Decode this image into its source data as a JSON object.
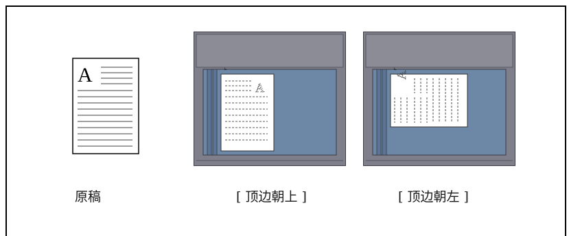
{
  "captions": {
    "original": "原稿",
    "top_edge": "[ 顶边朝上 ]",
    "left_edge": "[ 顶边朝左 ]"
  },
  "original_document": {
    "letter": "A"
  },
  "colors": {
    "scanner_frame": "#7e7f8a",
    "scanner_glass": "#6d87a6",
    "scanner_edge": "#3a3a42",
    "paper": "#ffffff"
  }
}
